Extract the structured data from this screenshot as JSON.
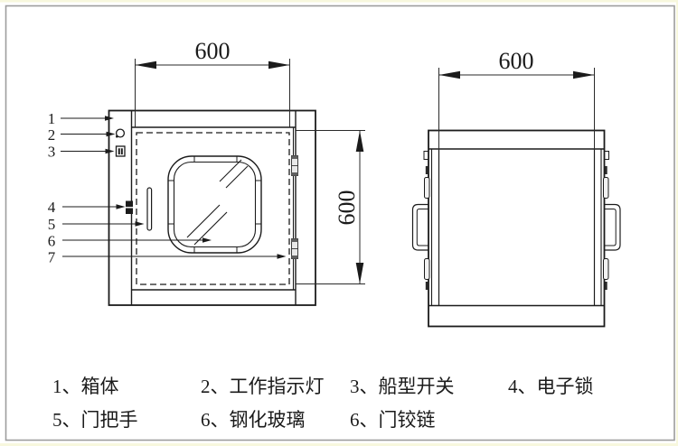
{
  "dimensions": {
    "front_width": "600",
    "front_height": "600",
    "side_width": "600"
  },
  "callout_numbers": [
    "1",
    "2",
    "3",
    "4",
    "5",
    "6",
    "7"
  ],
  "legend": {
    "items": [
      {
        "text": "1、箱体"
      },
      {
        "text": "2、工作指示灯"
      },
      {
        "text": "3、船型开关"
      },
      {
        "text": "4、电子锁"
      },
      {
        "text": "5、门把手"
      },
      {
        "text": "6、钢化玻璃"
      },
      {
        "text": "6、门铰链"
      }
    ]
  },
  "colors": {
    "line": "#1b1b1b",
    "page_border": "#9d9d9d",
    "edge_tint": "#f7f7dd"
  }
}
